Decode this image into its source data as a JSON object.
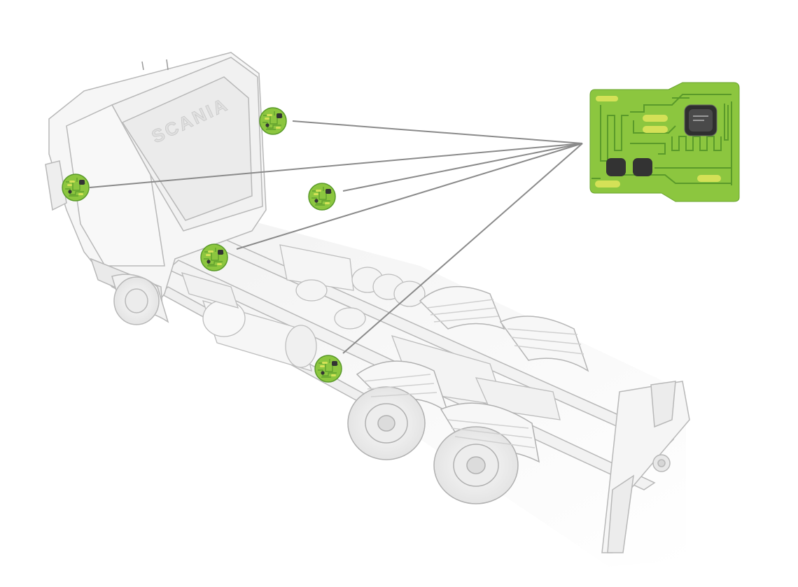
{
  "scene": {
    "subject": "truck-chassis-illustration",
    "cab_logo_text": "SCANIA",
    "colors": {
      "background": "#ffffff",
      "truck_fill": "#f4f4f4",
      "truck_stroke": "#b8b8b8",
      "truck_shade": "#e2e2e2",
      "connector_line": "#8a8a8a",
      "chip_green": "#8cc63f",
      "chip_trace": "#5a9a2a",
      "chip_yellow": "#d4e157",
      "chip_dark": "#333333"
    }
  },
  "sensor_markers": [
    {
      "id": "marker-cab-roof"
    },
    {
      "id": "marker-cab-side"
    },
    {
      "id": "marker-cab-back"
    },
    {
      "id": "marker-frame-front"
    },
    {
      "id": "marker-frame-rear"
    }
  ],
  "circuit_board_callout": {
    "icon": "circuit-board-icon"
  }
}
